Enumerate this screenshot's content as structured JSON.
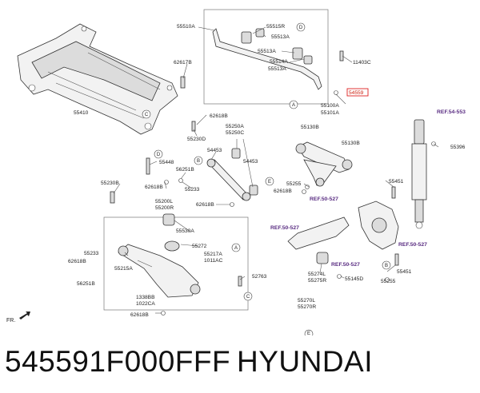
{
  "diagram": {
    "labels": {
      "l55510A": "55510A",
      "l55515R": "55515R",
      "l55513A_1": "55513A",
      "l55513A_2": "55513A",
      "l55513A_3": "55513A",
      "l55514A": "55514A",
      "l11403C": "11403C",
      "l54559": "54559",
      "l62617B": "62617B",
      "l55410": "55410",
      "l62618B_1": "62618B",
      "l55230D": "55230D",
      "l55250A": "55250A",
      "l55250C": "55250C",
      "l54453_1": "54453",
      "l54453_2": "54453",
      "l55100A": "55100A",
      "l55101A": "55101A",
      "l55130B_1": "55130B",
      "l55130B_2": "55130B",
      "l55396": "55396",
      "l55448": "55448",
      "l56251B_1": "56251B",
      "l62618B_2": "62618B",
      "l55233_1": "55233",
      "l55230B": "55230B",
      "l55200L": "55200L",
      "l55200R": "55200R",
      "l62618B_3": "62618B",
      "l55255_1": "55255",
      "l62618B_4": "62618B",
      "l55451_1": "55451",
      "l55530A": "55530A",
      "l55233_2": "55233",
      "l62618B_5": "62618B",
      "l56251B_2": "56251B",
      "l55272": "55272",
      "l55217A": "55217A",
      "l1011AC": "1011AC",
      "l55215A": "55215A",
      "l52763": "52763",
      "l1338BB": "1338BB",
      "l1022CA": "1022CA",
      "l62618B_6": "62618B",
      "l55274L": "55274L",
      "l55275R": "55275R",
      "l55145D": "55145D",
      "l55270L": "55270L",
      "l55270R": "55270R",
      "l55451_2": "55451",
      "l55255_2": "55255"
    },
    "refs": {
      "ref54553": "REF.54-553",
      "ref50527_1": "REF.50-527",
      "ref50527_2": "REF.50-527",
      "ref50527_3": "REF.50-527",
      "ref50527_4": "REF.50-527"
    },
    "callouts": {
      "A1": "A",
      "A2": "A",
      "B1": "B",
      "B2": "B",
      "C1": "C",
      "C2": "C",
      "D1": "D",
      "D2": "D",
      "E1": "E",
      "E2": "E"
    },
    "front_marker": "FR."
  },
  "caption": {
    "part_number": "545591F000FFF",
    "brand": "HYUNDAI"
  }
}
